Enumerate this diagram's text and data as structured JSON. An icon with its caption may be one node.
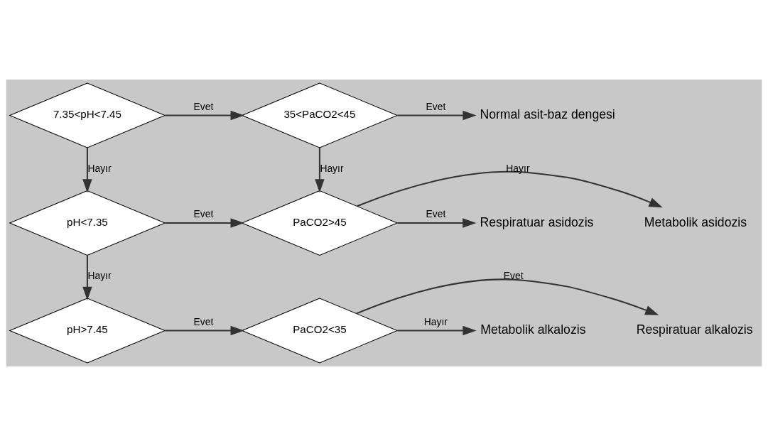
{
  "diagram": {
    "nodes": [
      {
        "text": [
          "7.35<pH<7.45"
        ]
      },
      {
        "text": [
          "35<PaCO2<45"
        ]
      },
      {
        "text": [
          "Normal asit-baz dengesi"
        ]
      },
      {
        "text": [
          "pH<7.35"
        ]
      },
      {
        "text": [
          "PaCO2>45"
        ]
      },
      {
        "text": [
          "Metabolik asidozis"
        ]
      },
      {
        "text": [
          "Respiratuar asidozis"
        ]
      },
      {
        "text": [
          "pH>7.45"
        ]
      },
      {
        "text": [
          "PaCO2<35"
        ]
      },
      {
        "text": [
          "Respiratuar alkalozis"
        ]
      },
      {
        "text": [
          "Metabolik alkalozis"
        ]
      }
    ],
    "edges": [
      {
        "from": 0,
        "to": 1,
        "arrow": "to",
        "label": "Evet"
      },
      {
        "from": 1,
        "to": 2,
        "arrow": "to",
        "label": "Evet"
      },
      {
        "from": 0,
        "to": 3,
        "arrow": "to",
        "label": "Hayır"
      },
      {
        "from": 1,
        "to": 4,
        "arrow": "to",
        "label": "Hayır"
      },
      {
        "from": 3,
        "to": 4,
        "arrow": "to",
        "label": "Evet"
      },
      {
        "from": 4,
        "to": 5,
        "arrow": "to",
        "label": "Hayır"
      },
      {
        "from": 4,
        "to": 6,
        "arrow": "to",
        "label": "Evet"
      },
      {
        "from": 3,
        "to": 7,
        "arrow": "to",
        "label": "Hayır"
      },
      {
        "from": 7,
        "to": 8,
        "arrow": "to",
        "label": "Evet"
      },
      {
        "from": 8,
        "to": 9,
        "arrow": "to",
        "label": "Evet"
      },
      {
        "from": 8,
        "to": 10,
        "arrow": "to",
        "label": "Hayır"
      }
    ]
  }
}
